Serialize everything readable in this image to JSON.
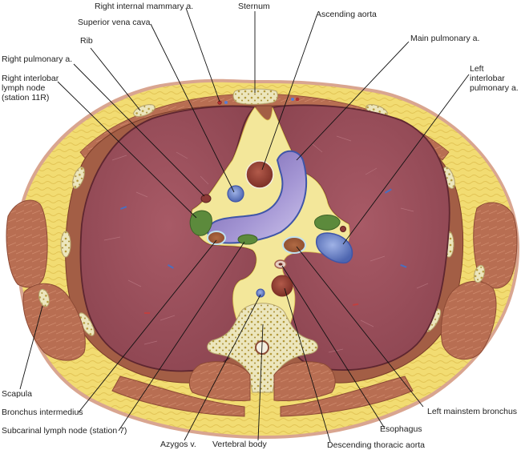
{
  "diagram": {
    "title": "Axial cross-section of thorax at level of carina",
    "colors": {
      "fat": "#f2dc72",
      "fat_dark": "#d8b94a",
      "skin": "#d9a590",
      "muscle": "#b86e52",
      "muscle_dark": "#8d4a35",
      "lung": "#a0525f",
      "lung_dark": "#7a3540",
      "bone": "#ece6bd",
      "bone_spot": "#b49a3c",
      "pulmonary_artery": "#8f7fc2",
      "vein": "#6d84c6",
      "aorta": "#9c4538",
      "lymph_node": "#5c8a3c",
      "bronchus": "#a45a3a",
      "mediastinal_fat": "#f3e79a",
      "leader_line": "#111111"
    },
    "labels": {
      "sternum": "Sternum",
      "right_internal_mammary": "Right internal mammary a.",
      "superior_vena_cava": "Superior vena cava",
      "ascending_aorta": "Ascending aorta",
      "main_pulmonary": "Main pulmonary a.",
      "rib": "Rib",
      "right_pulmonary": "Right pulmonary a.",
      "right_interlobar_node": "Right interlobar\nlymph node\n(station 11R)",
      "left_interlobar_pa": "Left interlobar\npulmonary a.",
      "scapula": "Scapula",
      "bronchus_intermedius": "Bronchus intermedius",
      "subcarinal_node": "Subcarinal lymph node (station 7)",
      "azygos": "Azygos v.",
      "vertebral_body": "Vertebral body",
      "descending_aorta": "Descending thoracic aorta",
      "esophagus": "Esophagus",
      "left_mainstem": "Left mainstem bronchus"
    }
  }
}
